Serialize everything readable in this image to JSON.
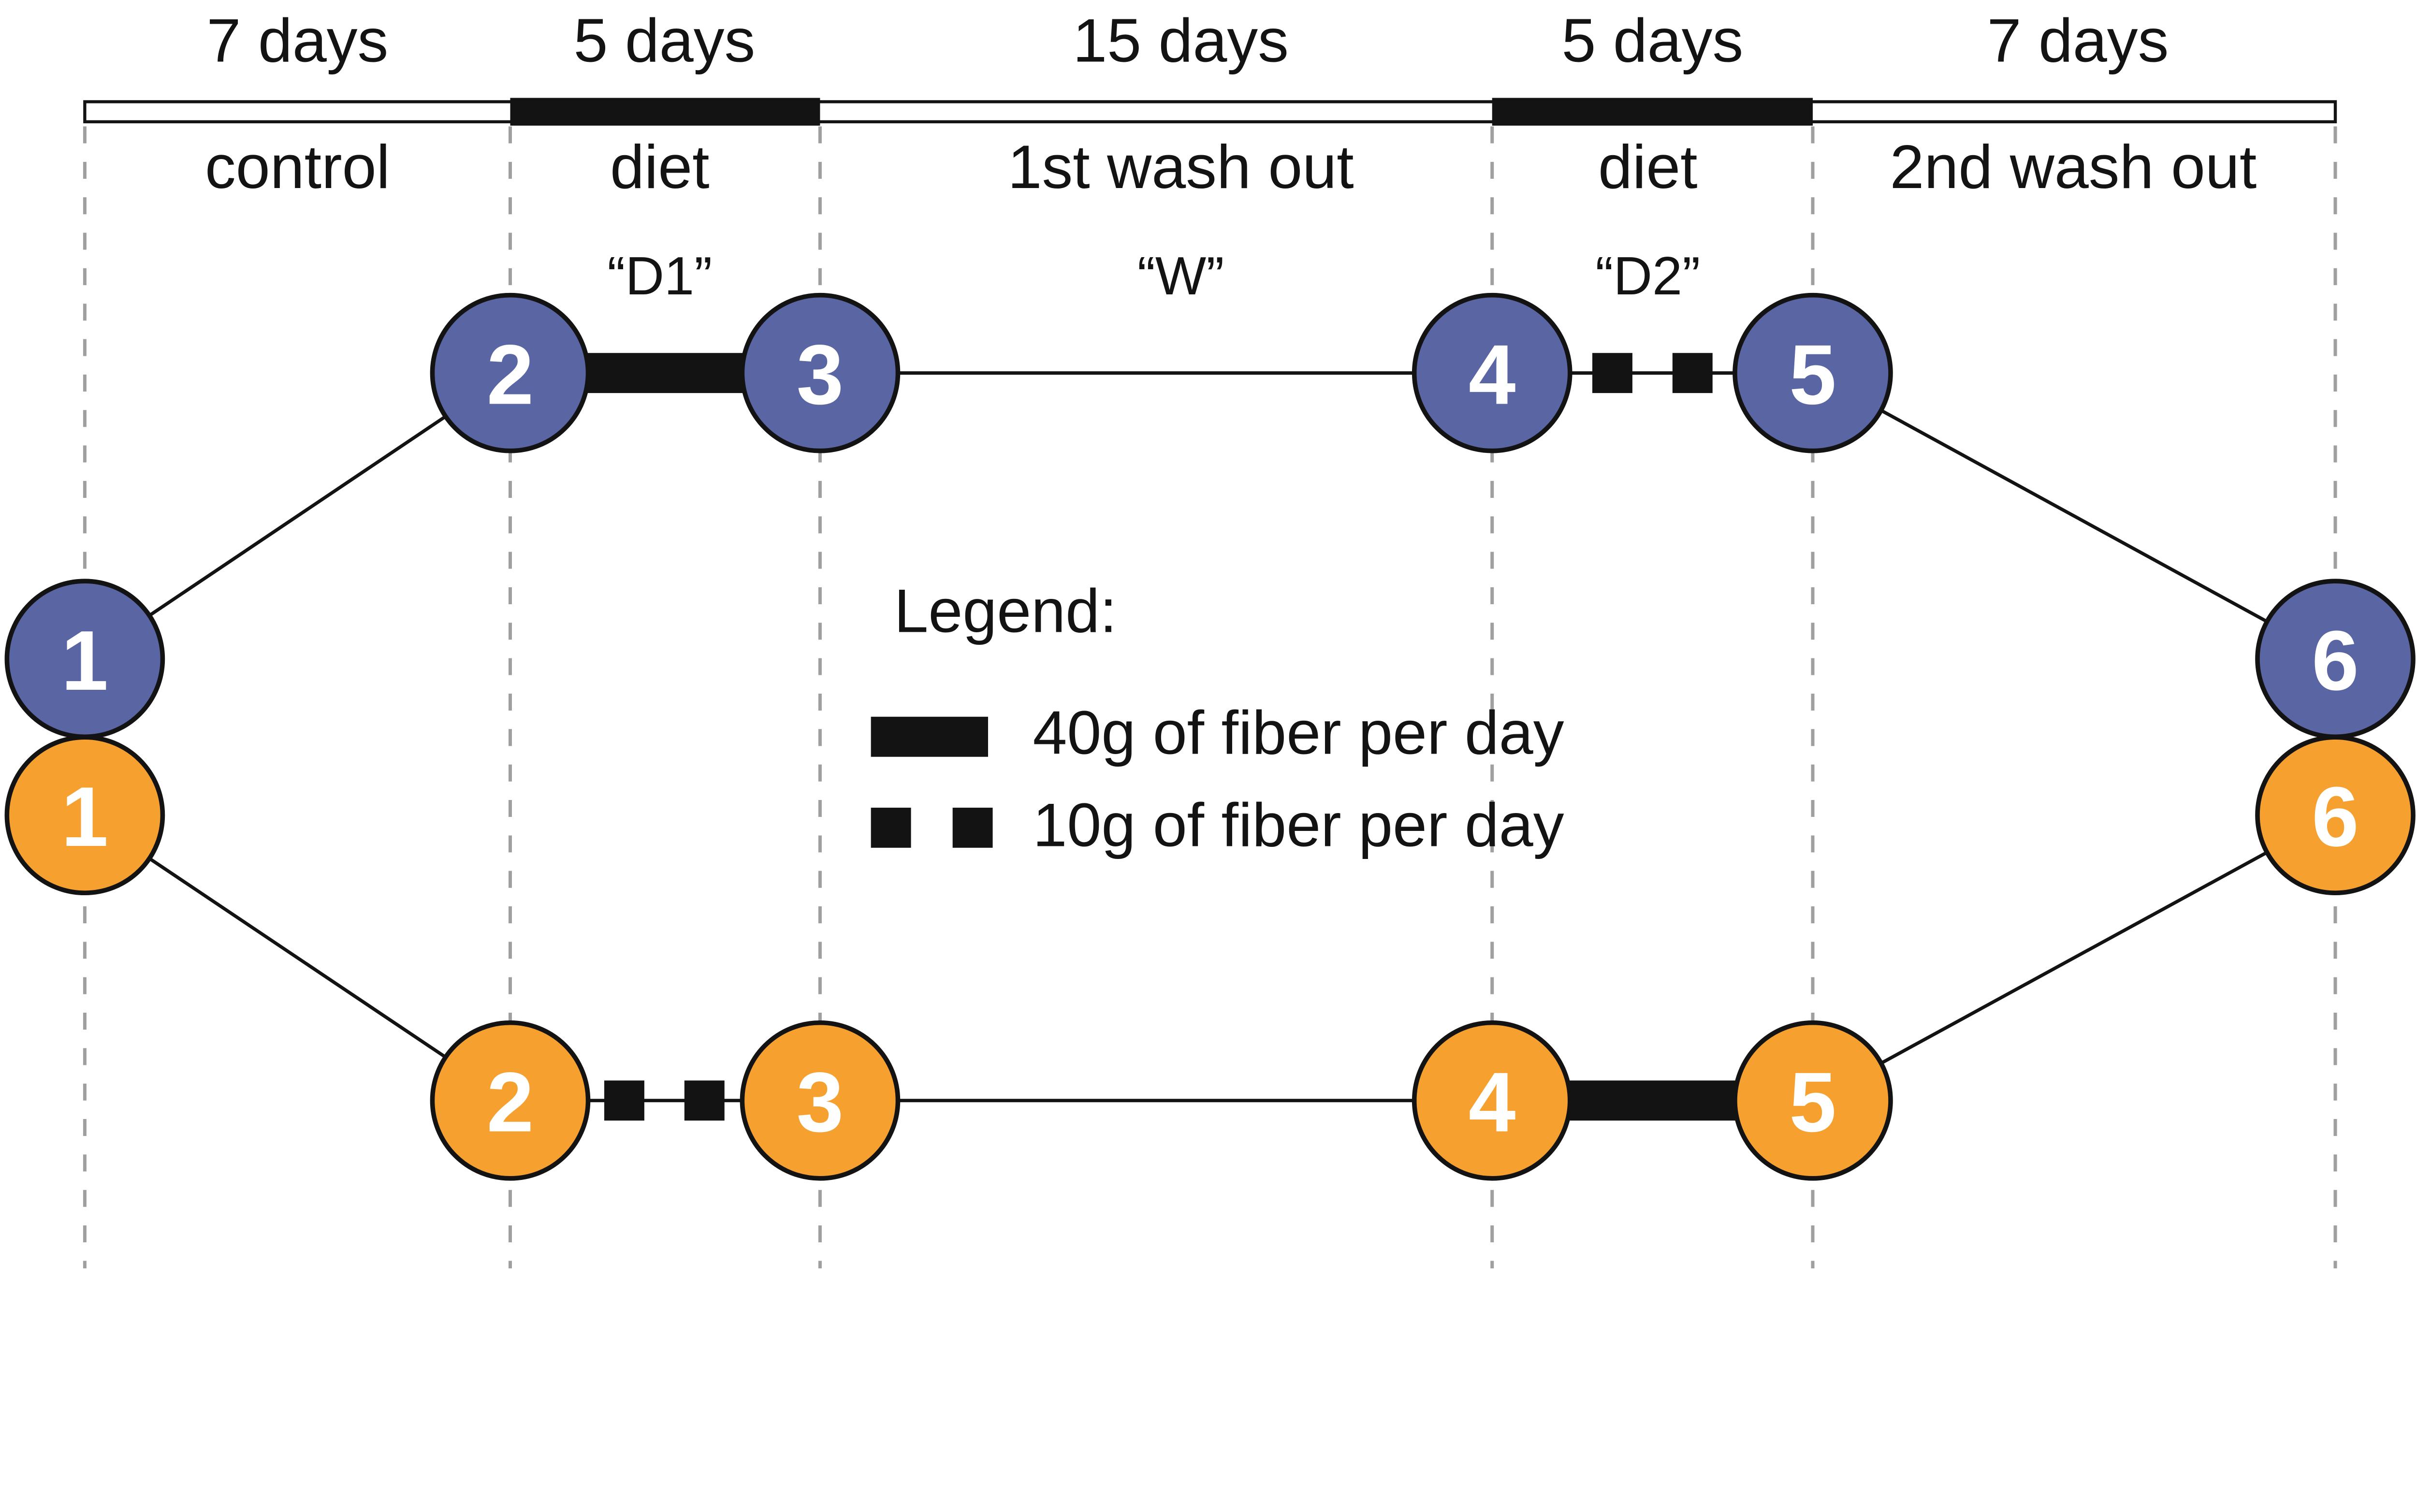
{
  "colors": {
    "blue": "#5a65a3",
    "orange": "#f5a02f",
    "black": "#131313",
    "dash_gray": "#9f9f9f",
    "white": "#ffffff"
  },
  "timeline": {
    "phases": [
      {
        "duration": "7 days",
        "name": "control",
        "code": ""
      },
      {
        "duration": "5 days",
        "name": "diet",
        "code": "“D1”"
      },
      {
        "duration": "15 days",
        "name": "1st wash out",
        "code": "“W”"
      },
      {
        "duration": "5 days",
        "name": "diet",
        "code": "“D2”"
      },
      {
        "duration": "7 days",
        "name": "2nd wash out",
        "code": ""
      }
    ]
  },
  "legend": {
    "title": "Legend:",
    "items": [
      {
        "symbol": "thick-bar-icon",
        "label": "40g of fiber per day"
      },
      {
        "symbol": "two-squares-icon",
        "label": "10g of fiber per day"
      }
    ]
  },
  "groups": {
    "blue": {
      "nodes": [
        "1",
        "2",
        "3",
        "4",
        "5",
        "6"
      ]
    },
    "orange": {
      "nodes": [
        "1",
        "2",
        "3",
        "4",
        "5",
        "6"
      ]
    }
  }
}
